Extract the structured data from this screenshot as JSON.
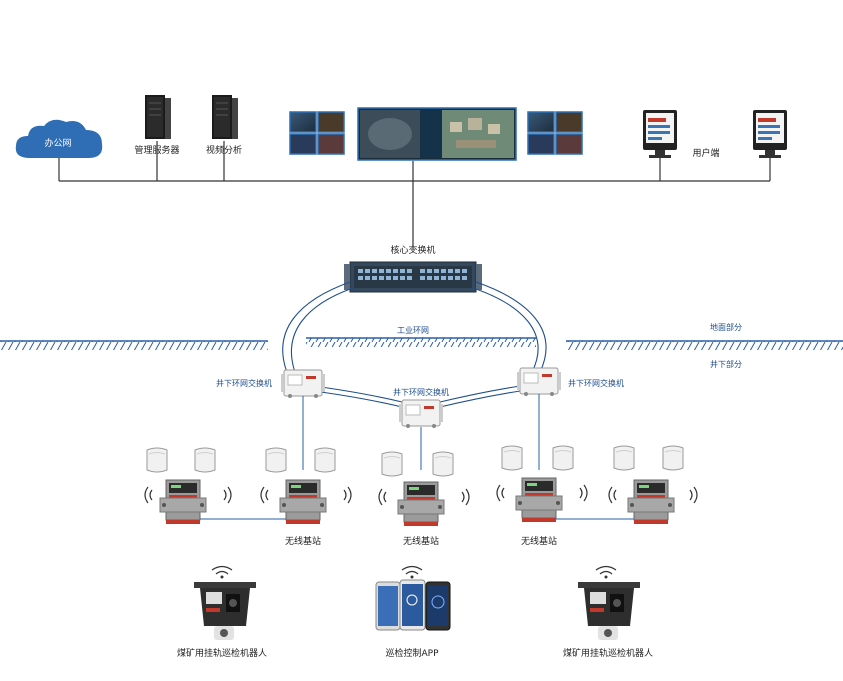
{
  "nodes": {
    "office_net": "办公网",
    "mgmt_server": "管理服务器",
    "video_analysis": "视频分析",
    "user_terminal": "用户端",
    "core_switch": "核心交换机",
    "industrial_ring": "工业环网",
    "surface_part": "地面部分",
    "underground_part": "井下部分",
    "ring_switch_left": "井下环网交换机",
    "ring_switch_center": "井下环网交换机",
    "ring_switch_right": "井下环网交换机",
    "base_station_1": "无线基站",
    "base_station_2": "无线基站",
    "base_station_3": "无线基站",
    "robot_left": "煤矿用挂轨巡检机器人",
    "patrol_app": "巡检控制APP",
    "robot_right": "煤矿用挂轨巡检机器人"
  },
  "colors": {
    "cloud": "#2f6db5",
    "ring": "#1f4e8c",
    "line": "#333333",
    "ground": "#2a5fa8",
    "accent": "#c0392b"
  }
}
